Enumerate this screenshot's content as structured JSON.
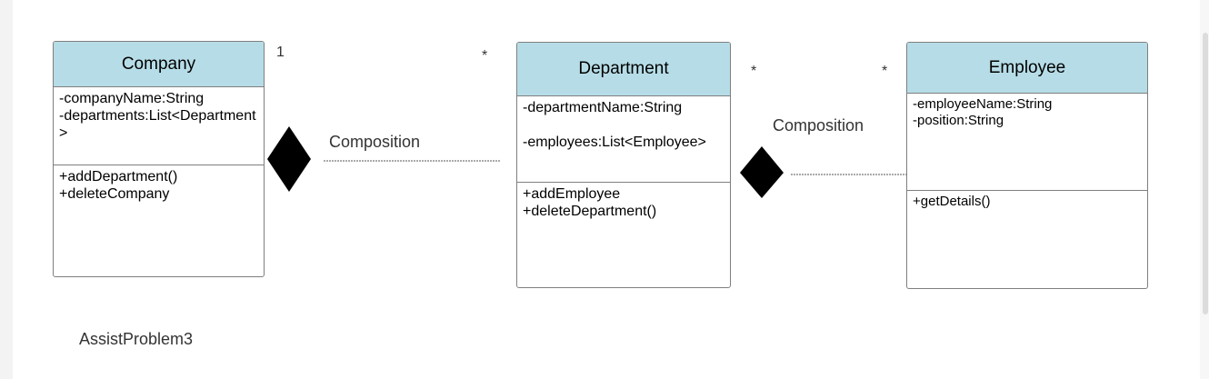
{
  "classes": {
    "company": {
      "name": "Company",
      "attributes": [
        "-companyName:String",
        "-departments:List<Department>"
      ],
      "methods": [
        "+addDepartment()",
        "+deleteCompany"
      ]
    },
    "department": {
      "name": "Department",
      "attributes": [
        "-departmentName:String",
        "",
        "-employees:List<Employee>"
      ],
      "methods": [
        "+addEmployee",
        "+deleteDepartment()"
      ]
    },
    "employee": {
      "name": "Employee",
      "attributes": [
        "-employeeName:String",
        "-position:String"
      ],
      "methods": [
        "+getDetails()"
      ]
    }
  },
  "relationships": [
    {
      "type": "composition",
      "label": "Composition",
      "source_multiplicity": "1",
      "target_multiplicity": "*"
    },
    {
      "type": "composition",
      "label": "Composition",
      "source_multiplicity": "*",
      "target_multiplicity": "*"
    }
  ],
  "diagram_title": "AssistProblem3"
}
